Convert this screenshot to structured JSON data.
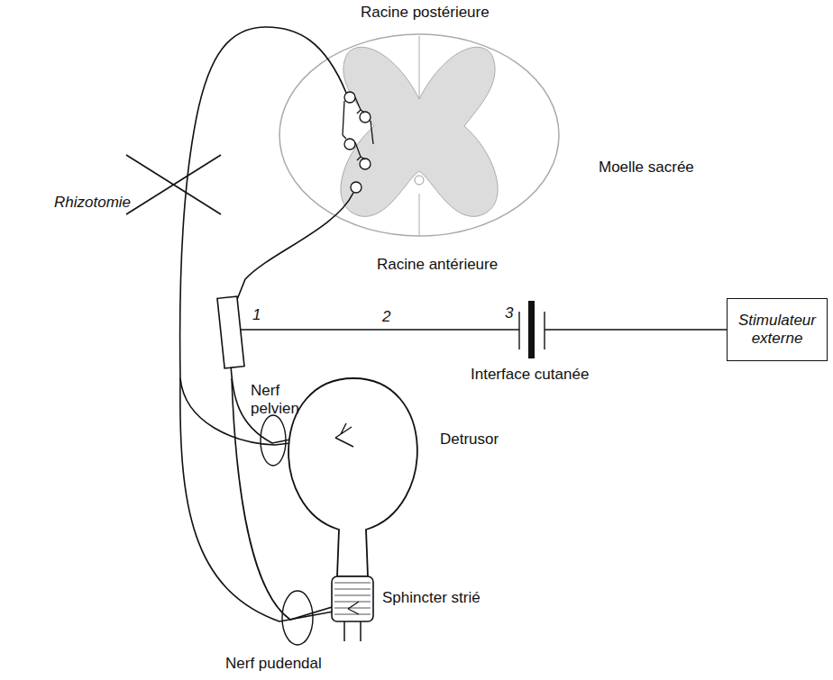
{
  "diagram": {
    "nodes": [
      {
        "text": [
          "Stimulateur externe"
        ]
      }
    ],
    "labels": [
      "Racine postérieure",
      "Moelle sacrée",
      "Rhizotomie",
      "Racine antérieure",
      "1",
      "2",
      "3",
      "Interface cutanée",
      "Nerf pelvien",
      "Detrusor",
      "Sphincter strié",
      "Nerf pudendal"
    ]
  }
}
